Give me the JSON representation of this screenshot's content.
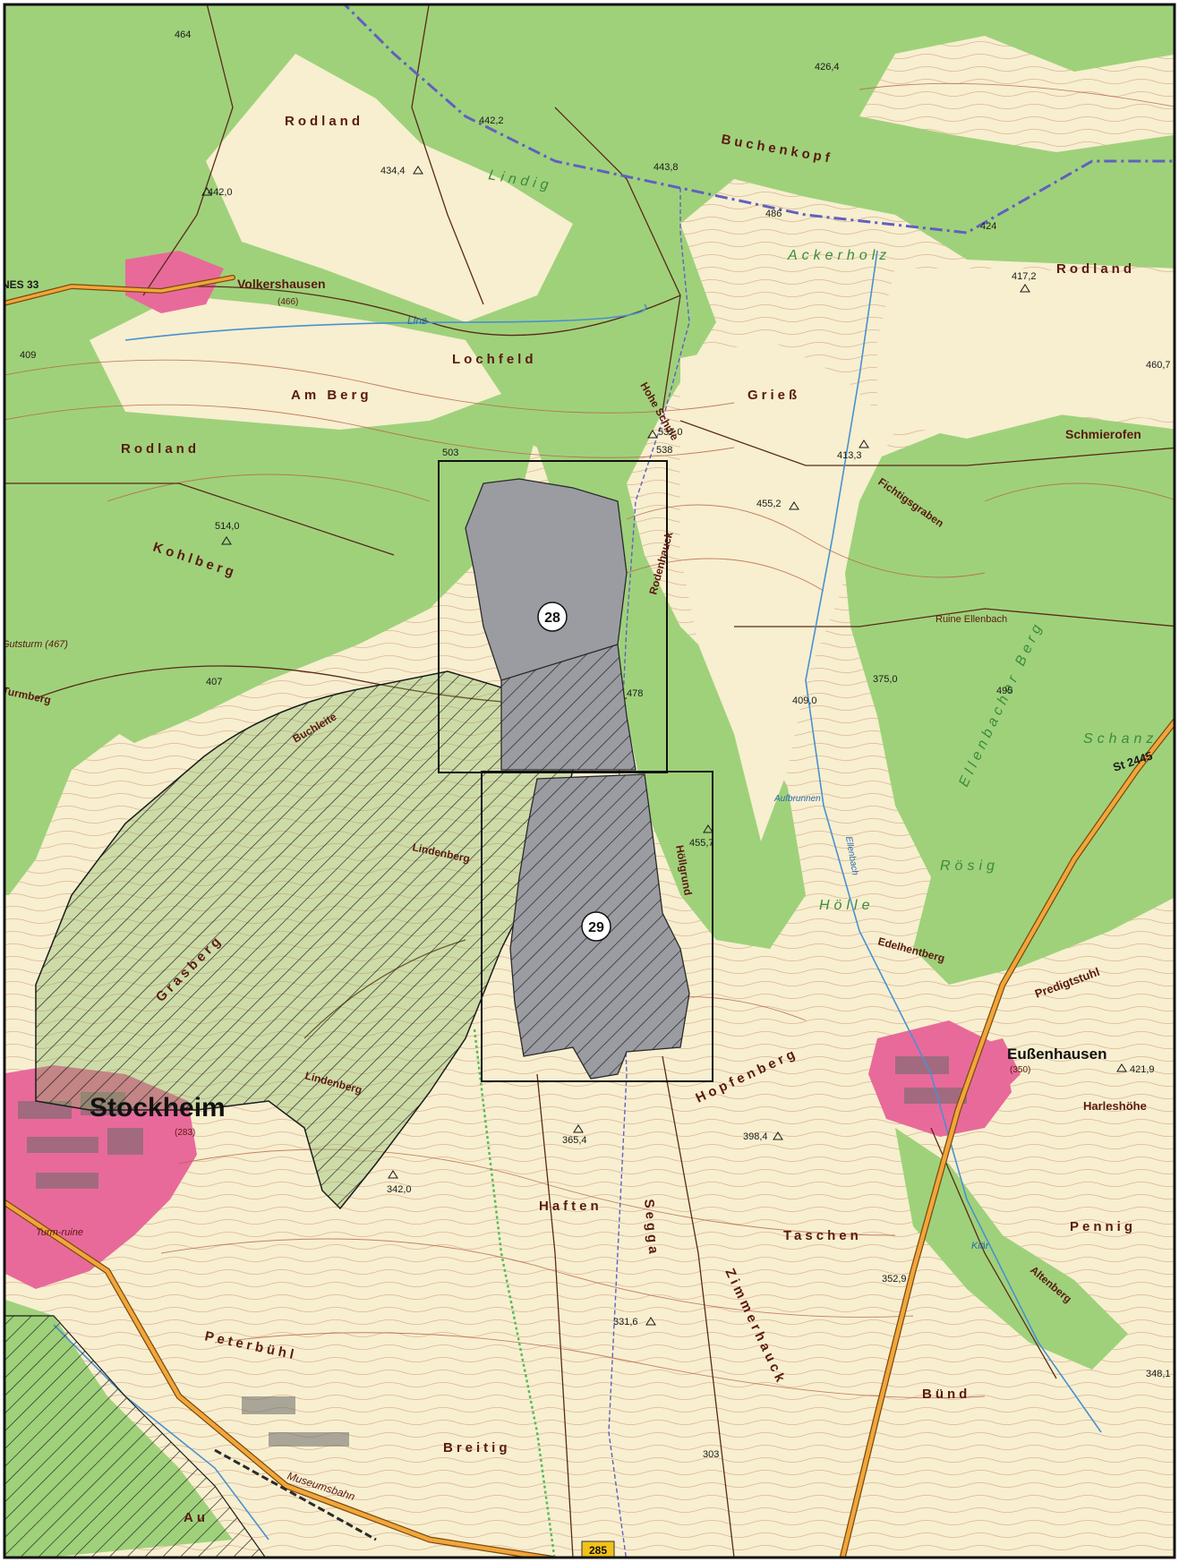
{
  "map": {
    "places": [
      {
        "name": "Rodland"
      },
      {
        "name": "Volkershausen"
      },
      {
        "name": "(466)"
      },
      {
        "name": "Lochfeld"
      },
      {
        "name": "Am Berg"
      },
      {
        "name": "Rodland"
      },
      {
        "name": "Kohlberg"
      },
      {
        "name": "Buchenkopf"
      },
      {
        "name": "Rodland"
      },
      {
        "name": "Grieß"
      },
      {
        "name": "Schmierofen"
      },
      {
        "name": "Fichtigsgraben"
      },
      {
        "name": "Ruine Ellenbach"
      },
      {
        "name": "Stockheim"
      },
      {
        "name": "(283)"
      },
      {
        "name": "Eußenhausen"
      },
      {
        "name": "(350)"
      },
      {
        "name": "Haften"
      },
      {
        "name": "Taschen"
      },
      {
        "name": "Peterbühl"
      },
      {
        "name": "Breitig"
      },
      {
        "name": "Bünd"
      },
      {
        "name": "Hopfenberg"
      },
      {
        "name": "Zimmerhauck"
      },
      {
        "name": "Museumsbahn"
      },
      {
        "name": "Turm-ruine"
      },
      {
        "name": "Pennig"
      },
      {
        "name": "Harleshöhe"
      },
      {
        "name": "Altenberg"
      },
      {
        "name": "Predigtstuhl"
      },
      {
        "name": "Edelhentberg"
      },
      {
        "name": "Lindenberg"
      },
      {
        "name": "Lindenberg"
      },
      {
        "name": "Höllgrund"
      },
      {
        "name": "Hohe Schule"
      },
      {
        "name": "Rodenhauck"
      },
      {
        "name": "Buchleite"
      },
      {
        "name": "Grasberg"
      },
      {
        "name": "Au"
      },
      {
        "name": "Segga"
      },
      {
        "name": "Gutsturm (467)"
      },
      {
        "name": "Turmberg"
      }
    ],
    "woods": [
      {
        "name": "Lindig"
      },
      {
        "name": "Ackerholz"
      },
      {
        "name": "Ellenbacher Berg"
      },
      {
        "name": "Rösig"
      },
      {
        "name": "Hölle"
      },
      {
        "name": "Schanz"
      }
    ],
    "water": [
      {
        "name": "Linz"
      },
      {
        "name": "Ellenbach"
      },
      {
        "name": "Aufbrunnen"
      },
      {
        "name": "Klär"
      }
    ],
    "elevations": [
      "464",
      "426,4",
      "442,2",
      "443,8",
      "434,4",
      "442,0",
      "486",
      "424",
      "417,2",
      "409",
      "460,7",
      "413,3",
      "537,0",
      "538",
      "503",
      "455,2",
      "514,0",
      "407",
      "478",
      "409,0",
      "375,0",
      "495",
      "455,7",
      "421,9",
      "365,4",
      "398,4",
      "342,0",
      "352,9",
      "331,6",
      "303",
      "348,1"
    ],
    "roads": [
      {
        "label": "St 2445"
      },
      {
        "label": "285"
      },
      {
        "label": "NES 33"
      }
    ],
    "markers": [
      {
        "label": "28"
      },
      {
        "label": "29"
      }
    ],
    "colors": {
      "open_land": "#f7efcf",
      "forest": "#9fd17b",
      "settlement": "#e86a9a",
      "contour": "#b8634a",
      "paths": "#5a2a18",
      "road": "#e88a20",
      "water": "#4a90d0",
      "border": "#6060c0",
      "area_fill": "#9a9ca2"
    }
  }
}
